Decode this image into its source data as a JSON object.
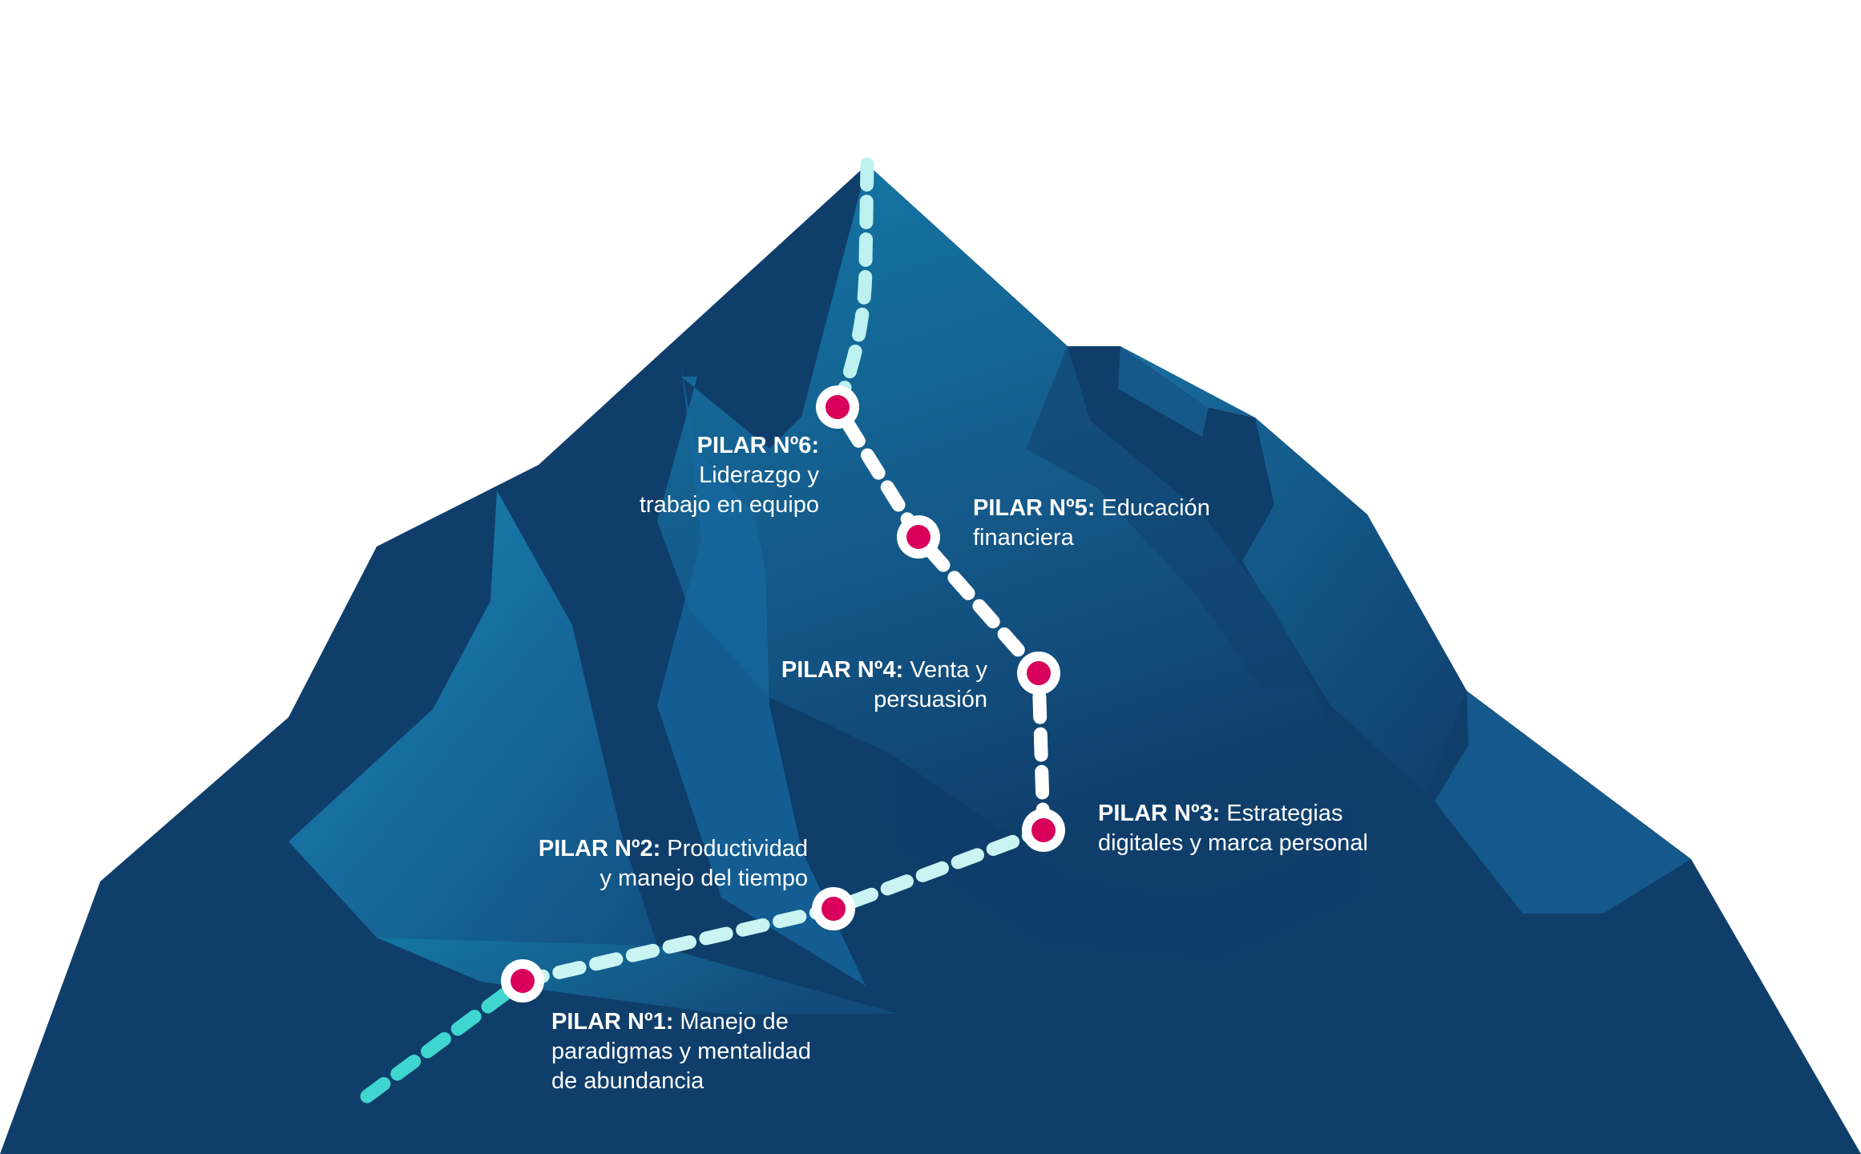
{
  "colors": {
    "background": "#ffffff",
    "mountain_dark": "#0f3e6b",
    "mountain_mid": "#134d7c",
    "mountain_light": "#1478a6",
    "trail_lower": "#3fd6cf",
    "trail_upper": "#bdf1ef",
    "milestone_fill": "#d8005a",
    "milestone_ring": "#ffffff",
    "label_text": "#ffffff"
  },
  "milestones": [
    {
      "id": "pilar-1",
      "title": "PILAR Nº1:",
      "lines": [
        "Manejo de",
        "paradigmas y mentalidad",
        "de abundancia"
      ]
    },
    {
      "id": "pilar-2",
      "title": "PILAR Nº2:",
      "lines": [
        "Productividad",
        "y manejo del tiempo"
      ]
    },
    {
      "id": "pilar-3",
      "title": "PILAR Nº3:",
      "lines": [
        "Estrategias",
        "digitales y marca personal"
      ]
    },
    {
      "id": "pilar-4",
      "title": "PILAR Nº4:",
      "lines": [
        "Venta y",
        "persuasión"
      ]
    },
    {
      "id": "pilar-5",
      "title": "PILAR Nº5:",
      "lines": [
        "Educación",
        "financiera"
      ]
    },
    {
      "id": "pilar-6",
      "title": "PILAR Nº6:",
      "lines": [
        "Liderazgo y",
        "trabajo en equipo"
      ]
    }
  ]
}
